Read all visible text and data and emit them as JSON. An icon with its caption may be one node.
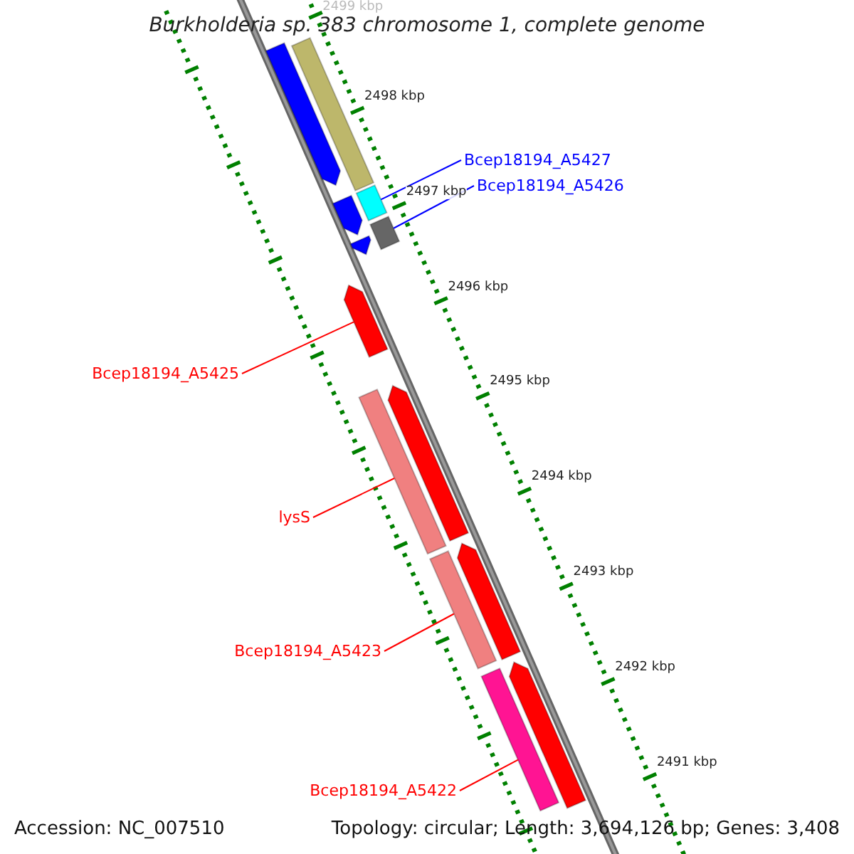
{
  "diagram": {
    "title": "Burkholderia sp. 383 chromosome 1, complete genome",
    "nodes": [
      {
        "text": [
          "Bcep18194_A5427"
        ]
      },
      {
        "text": [
          "Bcep18194_A5426"
        ]
      },
      {
        "text": [
          "Bcep18194_A5425"
        ]
      },
      {
        "text": [
          "lysS"
        ]
      },
      {
        "text": [
          "Bcep18194_A5423"
        ]
      },
      {
        "text": [
          "Bcep18194_A5422"
        ]
      },
      {
        "text": [],
        "shape": "arrow"
      },
      {
        "text": [],
        "shape": "bar"
      },
      {
        "text": [],
        "shape": "bar"
      },
      {
        "text": [],
        "shape": "arrow"
      },
      {
        "text": [],
        "shape": "bar"
      },
      {
        "text": [],
        "shape": "arrow"
      },
      {
        "text": [],
        "shape": "arrow"
      },
      {
        "text": [],
        "shape": "bar"
      },
      {
        "text": [],
        "shape": "arrow"
      },
      {
        "text": [],
        "shape": "arrow"
      },
      {
        "text": [],
        "shape": "bar"
      },
      {
        "text": [],
        "shape": "bar"
      },
      {
        "text": [],
        "shape": "arrow"
      }
    ],
    "edges": [
      {
        "from": 0,
        "to": 8,
        "arrow": "none",
        "color": "#0000ff"
      },
      {
        "from": 1,
        "to": 10,
        "arrow": "none",
        "color": "#0000ff"
      },
      {
        "from": 2,
        "to": 12,
        "arrow": "none"
      },
      {
        "from": 3,
        "to": 13,
        "arrow": "none"
      },
      {
        "from": 4,
        "to": 16,
        "arrow": "none"
      },
      {
        "from": 5,
        "to": 17,
        "arrow": "none"
      }
    ],
    "labels": [
      "2499 kbp",
      "2498 kbp",
      "2497 kbp",
      "2496 kbp",
      "2495 kbp",
      "2494 kbp",
      "2493 kbp",
      "2492 kbp",
      "2491 kbp",
      "Accession: NC_007510",
      "Topology: circular; Length: 3,694,126 bp; Genes: 3,408"
    ]
  }
}
